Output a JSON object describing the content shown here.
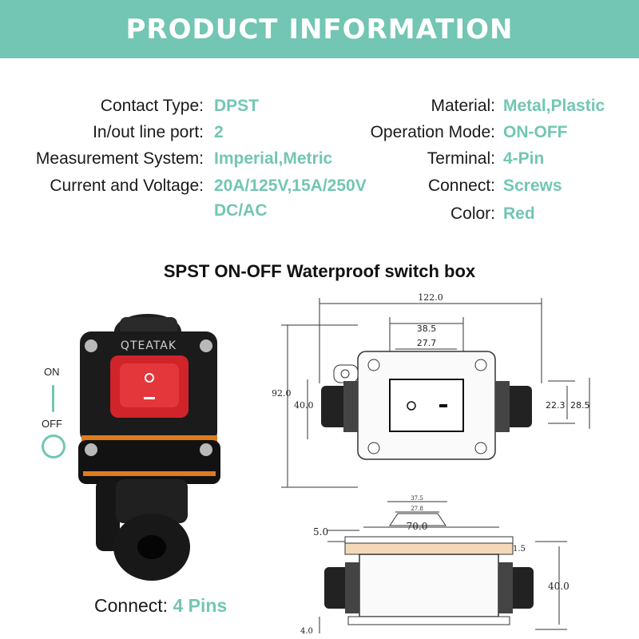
{
  "header": {
    "title": "PRODUCT INFORMATION"
  },
  "specs_left": [
    {
      "label": "Contact Type:",
      "value": "DPST"
    },
    {
      "label": "In/out line port:",
      "value": "2"
    },
    {
      "label": "Measurement System:",
      "value": "Imperial,Metric"
    },
    {
      "label": "Current and Voltage:",
      "value": "20A/125V,15A/250V",
      "value2": "DC/AC"
    }
  ],
  "specs_right": [
    {
      "label": "Material:",
      "value": "Metal,Plastic"
    },
    {
      "label": "Operation Mode:",
      "value": "ON-OFF"
    },
    {
      "label": "Terminal:",
      "value": "4-Pin"
    },
    {
      "label": "Connect:",
      "value": "Screws"
    },
    {
      "label": "Color:",
      "value": "Red"
    }
  ],
  "section_title": "SPST ON-OFF Waterproof switch box",
  "product_photo": {
    "brand": "QTEATAK"
  },
  "indicator": {
    "on": "ON",
    "off": "OFF"
  },
  "connect_caption": {
    "label": "Connect:",
    "value": "4 Pins"
  },
  "drawing_top": {
    "dims": {
      "width": "122.0",
      "switch_outer": "38.5",
      "switch_inner": "27.7",
      "height": "92.0",
      "inner_height": "40.0",
      "gland_a": "22.3",
      "gland_b": "28.5"
    }
  },
  "drawing_side": {
    "dims": {
      "top_outer": "37.5",
      "top_inner": "27.8",
      "length": "70.0",
      "flange": "5.0",
      "plate": "1.5",
      "height": "40.0",
      "base": "4.0"
    }
  },
  "colors": {
    "accent": "#72c6b3",
    "switch_red": "#d0242a",
    "body": "#151515",
    "seal": "#e07a1f"
  }
}
